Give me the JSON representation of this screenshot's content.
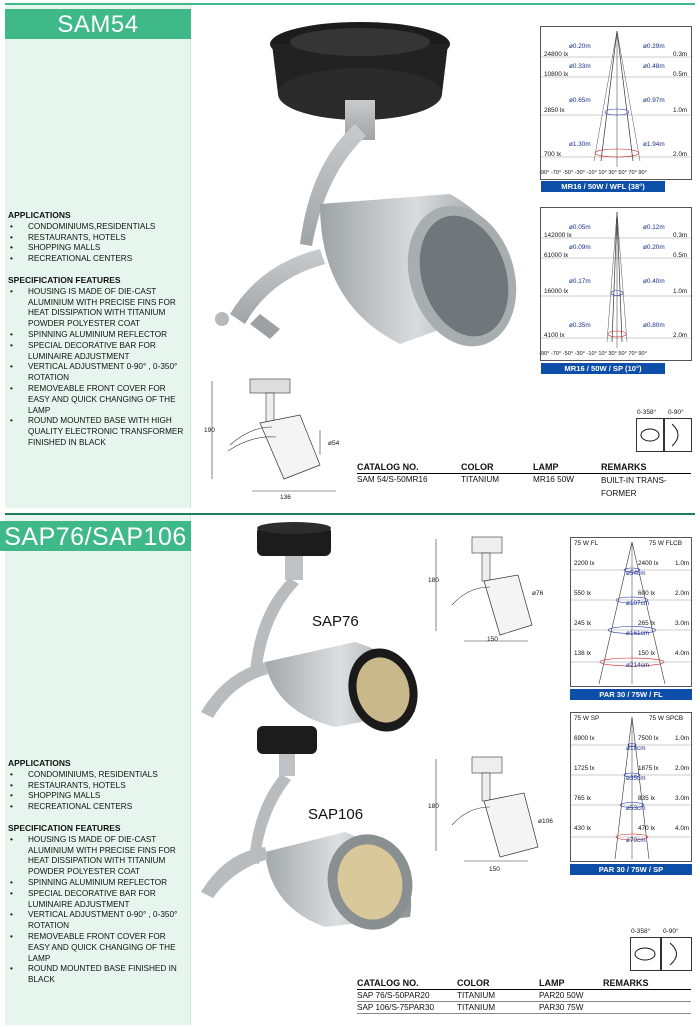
{
  "colors": {
    "accent": "#3fb88a",
    "sidebar": "#e6f6ef",
    "caption_blue": "#0c4ea8"
  },
  "sam54": {
    "title": "SAM54",
    "applications_heading": "APPLICATIONS",
    "applications": [
      "CONDOMINIUMS,RESIDENTIALS",
      "RESTAURANTS, HOTELS",
      "SHOPPING MALLS",
      "RECREATIONAL CENTERS"
    ],
    "spec_heading": "SPECIFICATION  FEATURES",
    "specs": [
      "HOUSING IS MADE OF DIE-CAST ALUMINIUM WITH PRECISE FINS FOR HEAT DISSIPATION WITH TITANIUM POWDER POLYESTER COAT",
      "SPINNING ALUMINIUM REFLECTOR",
      "SPECIAL DECORATIVE BAR FOR LUMINAIRE ADJUSTMENT",
      "VERTICAL ADJUSTMENT 0-90° , 0-350° ROTATION",
      "REMOVEABLE FRONT COVER FOR EASY AND QUICK CHANGING OF THE LAMP",
      "ROUND MOUNTED BASE WITH HIGH QUALITY ELECTRONIC TRANSFORMER FINISHED IN BLACK"
    ],
    "dims": {
      "height": "190",
      "diameter": "ø54",
      "width": "136"
    },
    "rotation": {
      "a": "0-358°",
      "b": "0-90°"
    },
    "table": {
      "headers": [
        "CATALOG NO.",
        "COLOR",
        "LAMP",
        "REMARKS"
      ],
      "rows": [
        [
          "SAM 54/S-50MR16",
          "TITANIUM",
          "MR16 50W",
          "BUILT-IN TRANS-FORMER"
        ]
      ]
    },
    "beam1": {
      "caption": "MR16 / 50W / WFL (38°)",
      "rows": [
        {
          "lux": "24800  lx",
          "dl": "ø0.20m",
          "dr": "ø0.29m",
          "dist": "0.3m"
        },
        {
          "lux": "10800  lx",
          "dl": "ø0.33m",
          "dr": "ø0.48m",
          "dist": "0.5m"
        },
        {
          "lux": "2850  lx",
          "dl": "ø0.65m",
          "dr": "ø0.97m",
          "dist": "1.0m"
        },
        {
          "lux": "700  lx",
          "dl": "ø1.30m",
          "dr": "ø1.94m",
          "dist": "2.0m"
        }
      ],
      "axis": "-90° -70° -50° -30° -10°  10°  30°  50°  70°  90°"
    },
    "beam2": {
      "caption": "MR16 / 50W / SP (10°)",
      "rows": [
        {
          "lux": "142000  lx",
          "dl": "ø0.05m",
          "dr": "ø0.12m",
          "dist": "0.3m"
        },
        {
          "lux": "61000  lx",
          "dl": "ø0.09m",
          "dr": "ø0.20m",
          "dist": "0.5m"
        },
        {
          "lux": "16000  lx",
          "dl": "ø0.17m",
          "dr": "ø0.40m",
          "dist": "1.0m"
        },
        {
          "lux": "4100  lx",
          "dl": "ø0.35m",
          "dr": "ø0.80m",
          "dist": "2.0m"
        }
      ],
      "axis": "-90° -70° -50° -30° -10°  10°  30°  50°  70°  90°"
    }
  },
  "sap": {
    "title": "SAP76/SAP106",
    "label76": "SAP76",
    "label106": "SAP106",
    "applications_heading": "APPLICATIONS",
    "applications": [
      "CONDOMINIUMS, RESIDENTIALS",
      "RESTAURANTS, HOTELS",
      "SHOPPING MALLS",
      "RECREATIONAL CENTERS"
    ],
    "spec_heading": "SPECIFICATION  FEATURES",
    "specs": [
      "HOUSING IS MADE OF DIE-CAST ALUMINIUM WITH PRECISE FINS FOR HEAT DISSIPATION WITH TITANIUM POWDER POLYESTER COAT",
      "SPINNING ALUMINIUM REFLECTOR",
      "SPECIAL DECORATIVE BAR FOR LUMINAIRE ADJUSTMENT",
      "VERTICAL ADJUSTMENT 0-90° , 0-350° ROTATION",
      "REMOVEABLE FRONT COVER FOR EASY AND QUICK CHANGING OF THE LAMP",
      "ROUND MOUNTED BASE FINISHED IN BLACK"
    ],
    "dims76": {
      "height": "180",
      "diameter": "ø76",
      "width": "150"
    },
    "dims106": {
      "height": "180",
      "diameter": "ø106",
      "width": "150"
    },
    "rotation": {
      "a": "0-358°",
      "b": "0-90°"
    },
    "table": {
      "headers": [
        "CATALOG NO.",
        "COLOR",
        "LAMP",
        "REMARKS"
      ],
      "rows": [
        [
          "SAP 76/S-50PAR20",
          "TITANIUM",
          "PAR20 50W",
          ""
        ],
        [
          "SAP 106/S-75PAR30",
          "TITANIUM",
          "PAR30 75W",
          ""
        ]
      ]
    },
    "beam3": {
      "caption": "PAR 30 / 75W / FL",
      "hl": "75  W  FL",
      "hr": "75  W  FLCB",
      "rows": [
        {
          "ll": "2200  lx",
          "rl": "2400  lx",
          "d": "ø54cm",
          "dist": "1.0m"
        },
        {
          "ll": "550  lx",
          "rl": "600  lx",
          "d": "ø107cm",
          "dist": "2.0m"
        },
        {
          "ll": "245  lx",
          "rl": "265  lx",
          "d": "ø161cm",
          "dist": "3.0m"
        },
        {
          "ll": "138  lx",
          "rl": "150  lx",
          "d": "ø214cm",
          "dist": "4.0m"
        }
      ]
    },
    "beam4": {
      "caption": "PAR 30 / 75W / SP",
      "hl": "75  W  SP",
      "hr": "75  W  SPCB",
      "rows": [
        {
          "ll": "6900  lx",
          "rl": "7500  lx",
          "d": "ø18cm",
          "dist": "1.0m"
        },
        {
          "ll": "1725  lx",
          "rl": "1875  lx",
          "d": "ø35cm",
          "dist": "2.0m"
        },
        {
          "ll": "765  lx",
          "rl": "835  lx",
          "d": "ø53cm",
          "dist": "3.0m"
        },
        {
          "ll": "430  lx",
          "rl": "470  lx",
          "d": "ø70cm",
          "dist": "4.0m"
        }
      ]
    }
  }
}
